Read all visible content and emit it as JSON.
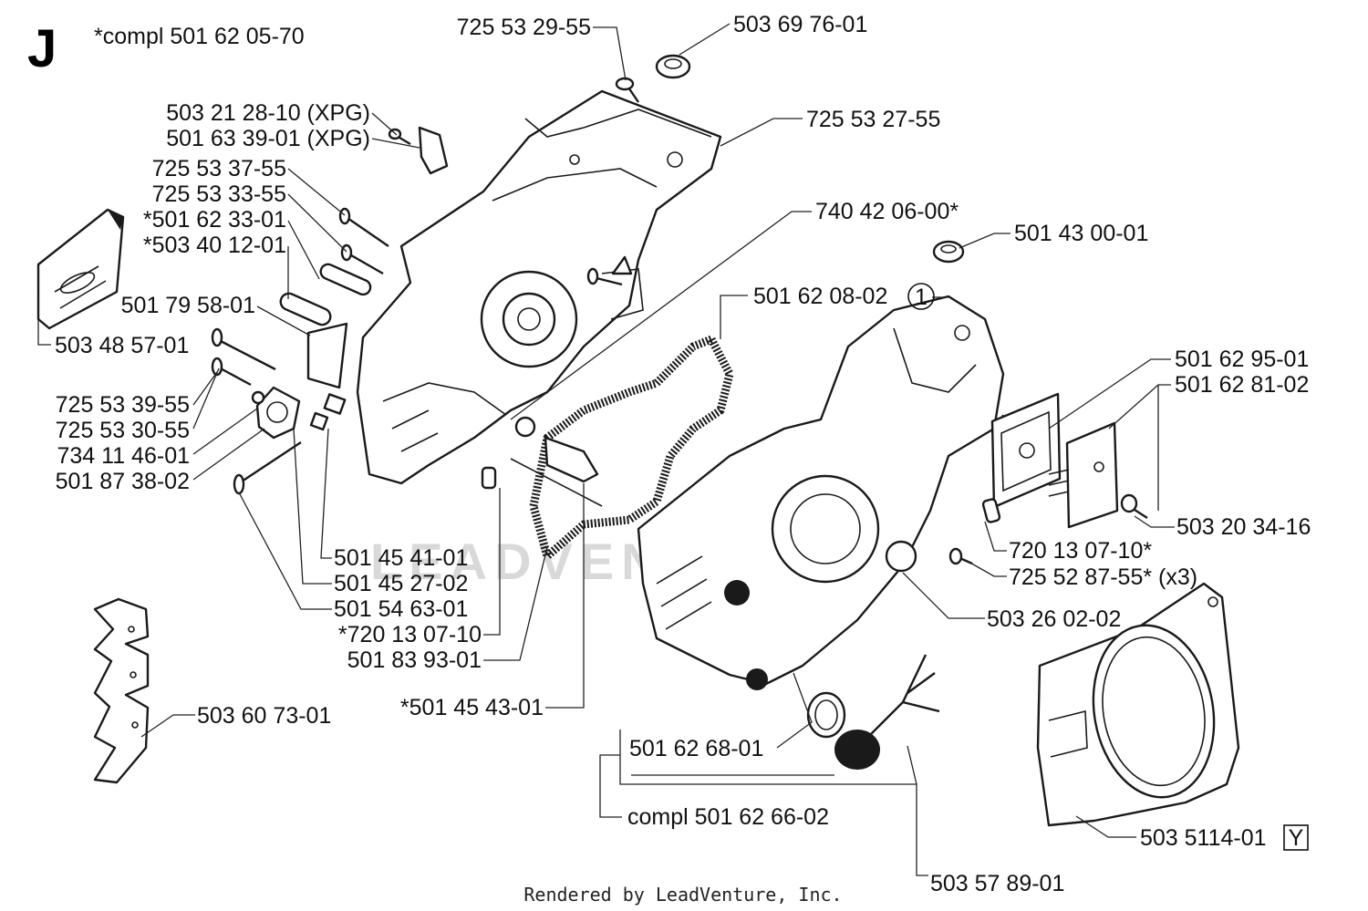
{
  "section": {
    "letter": "J",
    "compl_note": "*compl 501 62 05-70"
  },
  "watermark": "LEADVENTURE",
  "footer": "Rendered by LeadVenture, Inc.",
  "callout_marker": "1",
  "box_marker": "Y",
  "parts": {
    "p_725_53_29_55": "725 53 29-55",
    "p_503_69_76_01": "503 69 76-01",
    "p_503_21_28_10": "503 21 28-10 (XPG)",
    "p_501_63_39_01": "501 63 39-01 (XPG)",
    "p_725_53_27_55": "725 53 27-55",
    "p_725_53_37_55": "725 53 37-55",
    "p_725_53_33_55": "725 53 33-55",
    "p_501_62_33_01": "*501 62 33-01",
    "p_503_40_12_01": "*503 40 12-01",
    "p_740_42_06_00": "740 42 06-00*",
    "p_501_43_00_01": "501 43 00-01",
    "p_501_79_58_01": "501 79 58-01",
    "p_501_62_08_02": "501 62 08-02",
    "p_503_48_57_01": "503 48 57-01",
    "p_501_62_95_01": "501 62 95-01",
    "p_501_62_81_02": "501 62 81-02",
    "p_725_53_39_55": "725 53 39-55",
    "p_725_53_30_55": "725 53 30-55",
    "p_734_11_46_01": "734 11 46-01",
    "p_501_87_38_02": "501 87 38-02",
    "p_503_20_34_16": "503 20 34-16",
    "p_720_13_07_10_r": "720 13 07-10*",
    "p_501_45_41_01": "501 45 41-01",
    "p_725_52_87_55": "725 52 87-55* (x3)",
    "p_501_45_27_02": "501 45 27-02",
    "p_501_54_63_01": "501 54 63-01",
    "p_503_26_02_02": "503 26 02-02",
    "p_720_13_07_10_l": "*720 13 07-10",
    "p_501_83_93_01": "501 83 93-01",
    "p_501_45_43_01": "*501 45 43-01",
    "p_503_60_73_01": "503 60 73-01",
    "p_501_62_68_01": "501 62 68-01",
    "p_compl_501_62_66_02": "compl 501 62 66-02",
    "p_503_5114_01": "503 5114-01",
    "p_503_57_89_01": "503 57 89-01"
  }
}
